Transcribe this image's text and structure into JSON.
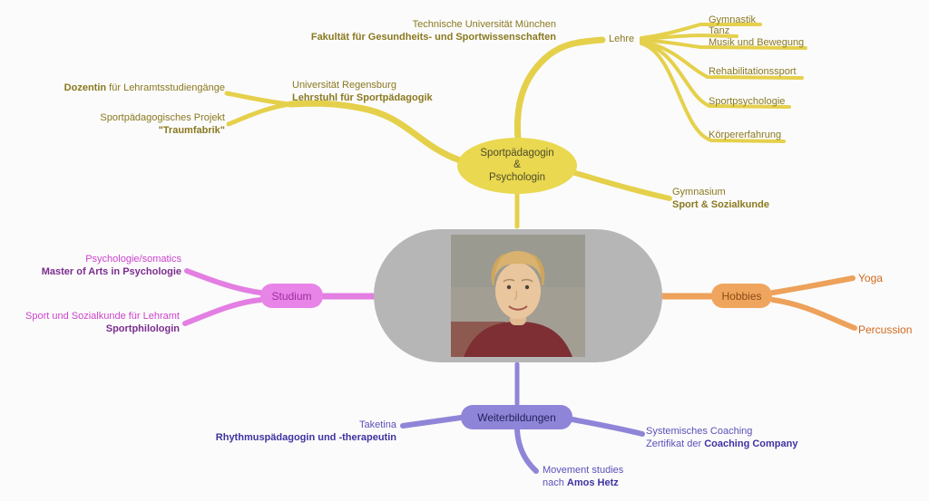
{
  "colors": {
    "background": "#fbfbfb",
    "center_fill": "#b6b6b6",
    "career_branch": "#e5d04b",
    "career_text": "#8a7920",
    "career_node_fill": "#e9d850",
    "career_node_text": "#4f4b2a",
    "studium_branch": "#e37ee3",
    "studium_text": "#cc44cc",
    "studium_text_strong": "#7b2d8e",
    "studium_node_fill": "#e884e8",
    "hobbies_branch": "#eda15a",
    "hobbies_text": "#d2691e",
    "hobbies_node_fill": "#efa55e",
    "weiterbildungen_branch": "#8f85d8",
    "weiterbildungen_text": "#5a50b8",
    "weiterbildungen_text_strong": "#3d33a0",
    "weiterbildungen_node_fill": "#8f85d8"
  },
  "nodes": {
    "career": {
      "line1": "Sportpädagogin",
      "line2": "&",
      "line3": "Psychologin"
    },
    "studium": {
      "label": "Studium"
    },
    "hobbies": {
      "label": "Hobbies"
    },
    "weiterbildungen": {
      "label": "Weiterbildungen"
    }
  },
  "career": {
    "tum": {
      "line1": "Technische Universität München",
      "line2": "Fakultät für Gesundheits- und Sportwissenschaften"
    },
    "lehre": {
      "label": "Lehre",
      "items": [
        "Gymnastik",
        "Tanz",
        "Musik und Bewegung",
        "Rehabilitationssport",
        "Sportpsychologie",
        "Körpererfahrung"
      ]
    },
    "regensburg": {
      "line1": "Universität Regensburg",
      "line2": "Lehrstuhl für Sportpädagogik"
    },
    "dozentin": {
      "bold": "Dozentin",
      "rest": " für Lehramtsstudiengänge"
    },
    "projekt": {
      "line1": "Sportpädagogisches Projekt",
      "line2": "\"Traumfabrik\""
    },
    "gymnasium": {
      "line1": "Gymnasium",
      "line2": "Sport & Sozialkunde"
    }
  },
  "studium": {
    "psychologie": {
      "line1": "Psychologie/somatics",
      "line2": "Master of Arts in Psychologie"
    },
    "lehramt": {
      "line1": "Sport und Sozialkunde für Lehramt",
      "line2": "Sportphilologin"
    }
  },
  "hobbies": {
    "items": [
      "Yoga",
      "Percussion"
    ]
  },
  "weiterbildungen": {
    "taketina": {
      "line1": "Taketina",
      "line2": "Rhythmuspädagogin und -therapeutin"
    },
    "coaching": {
      "line1": "Systemisches Coaching",
      "line2_prefix": "Zertifikat der ",
      "line2_bold": "Coaching Company"
    },
    "movement": {
      "line1": "Movement studies",
      "line2_prefix": "nach ",
      "line2_bold": "Amos Hetz"
    }
  }
}
